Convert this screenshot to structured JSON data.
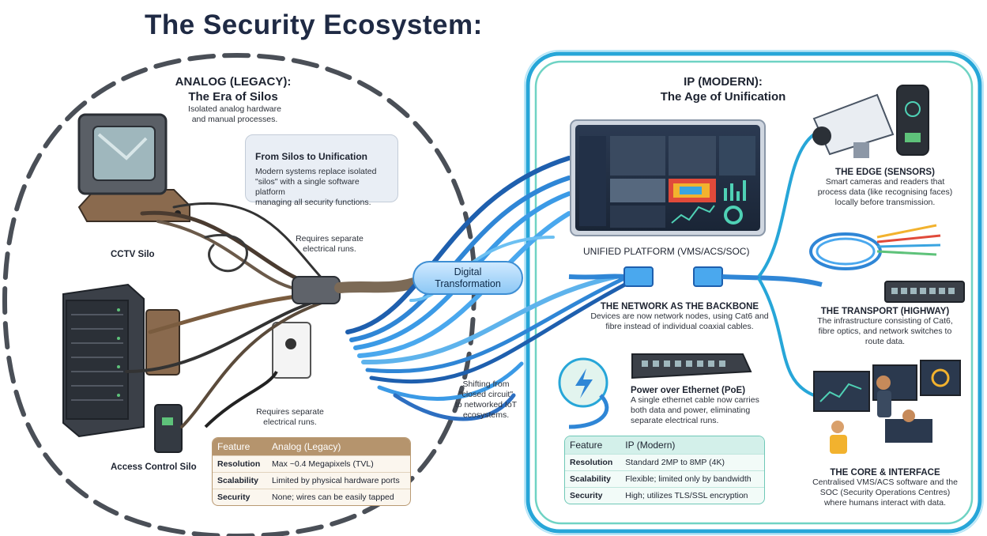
{
  "title": "The Security Ecosystem:",
  "analog": {
    "heading1": "ANALOG (LEGACY):",
    "heading2": "The Era of Silos",
    "desc1": "Isolated analog hardware",
    "desc2": "and manual processes.",
    "cctv_label": "CCTV Silo",
    "access_label": "Access Control Silo",
    "runs_label_1a": "Requires separate",
    "runs_label_1b": "electrical runs.",
    "runs_label_2a": "Requires separate",
    "runs_label_2b": "electrical runs."
  },
  "callout": {
    "title": "From Silos to Unification",
    "l1": "Modern systems replace isolated",
    "l2": "\"silos\" with a single software platform",
    "l3": "managing all security functions."
  },
  "transform": {
    "pill1": "Digital",
    "pill2": "Transformation",
    "shift1": "Shifting from",
    "shift2": "\"closed circuit\"",
    "shift3": "to networked IoT",
    "shift4": "ecosystems."
  },
  "ip": {
    "heading1": "IP (MODERN):",
    "heading2": "The Age of Unification",
    "platform_label": "UNIFIED PLATFORM (VMS/ACS/SOC)",
    "network_title": "THE NETWORK AS THE BACKBONE",
    "network_l1": "Devices are now network nodes, using Cat6 and",
    "network_l2": "fibre instead of individual coaxial cables.",
    "poe_title": "Power over Ethernet (PoE)",
    "poe_l1": "A single ethernet cable now carries",
    "poe_l2": "both data and power, eliminating",
    "poe_l3": "separate electrical runs.",
    "edge_title": "THE EDGE (SENSORS)",
    "edge_l1": "Smart cameras and readers that",
    "edge_l2": "process data (like recognising faces)",
    "edge_l3": "locally before transmission.",
    "transport_title": "THE TRANSPORT (HIGHWAY)",
    "transport_l1": "The infrastructure consisting of Cat6,",
    "transport_l2": "fibre optics, and network switches to",
    "transport_l3": "route data.",
    "core_title": "THE CORE & INTERFACE",
    "core_l1": "Centralised VMS/ACS software and the",
    "core_l2": "SOC (Security Operations Centres)",
    "core_l3": "where humans interact with data."
  },
  "table_analog": {
    "headers": [
      "Feature",
      "Analog (Legacy)"
    ],
    "rows": [
      [
        "Resolution",
        "Max ~0.4 Megapixels (TVL)"
      ],
      [
        "Scalability",
        "Limited by physical hardware ports"
      ],
      [
        "Security",
        "None; wires can be easily tapped"
      ]
    ]
  },
  "table_ip": {
    "headers": [
      "Feature",
      "IP (Modern)"
    ],
    "rows": [
      [
        "Resolution",
        "Standard 2MP to 8MP (4K)"
      ],
      [
        "Scalability",
        "Flexible; limited only by bandwidth"
      ],
      [
        "Security",
        "High; utilizes TLS/SSL encryption"
      ]
    ]
  },
  "colors": {
    "title": "#1f2a44",
    "ip_frame": "#27a6d8",
    "ip_frame_inner": "#6fd3c4",
    "cable_blue": "#2f86d6",
    "analog_border": "#4a4f57",
    "analog_table": "#b5946d",
    "ip_table": "#d3f0ea"
  }
}
